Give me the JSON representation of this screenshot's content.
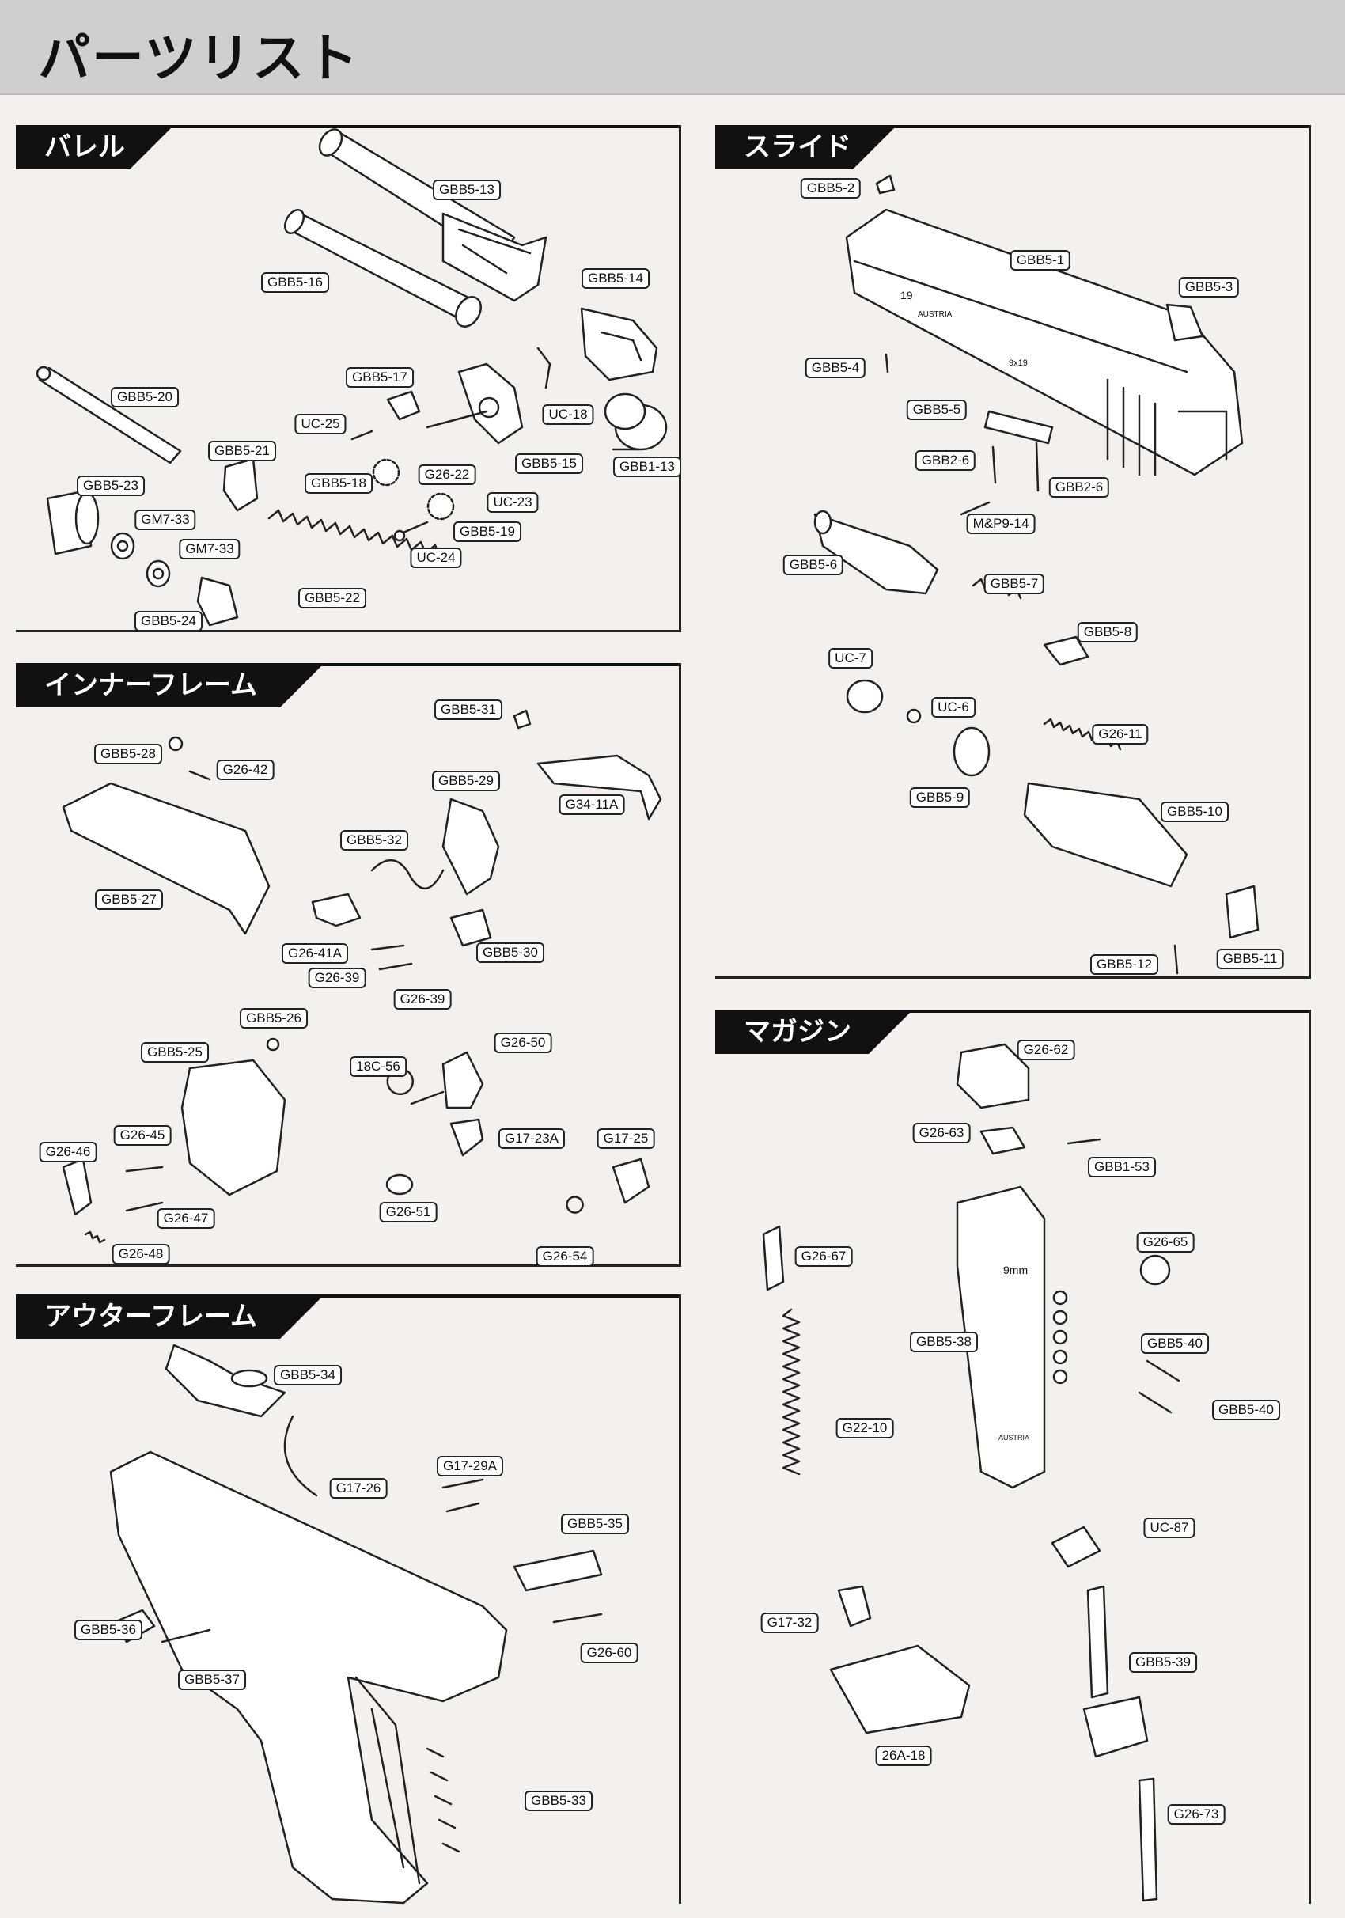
{
  "page": {
    "title": "パーツリスト"
  },
  "sections": {
    "barrel": {
      "title": "バレル",
      "labels": [
        {
          "id": "l-gbb5-13",
          "text": "GBB5-13"
        },
        {
          "id": "l-gbb5-16",
          "text": "GBB5-16"
        },
        {
          "id": "l-gbb5-14",
          "text": "GBB5-14"
        },
        {
          "id": "l-gbb5-20",
          "text": "GBB5-20"
        },
        {
          "id": "l-gbb5-17",
          "text": "GBB5-17"
        },
        {
          "id": "l-uc-25",
          "text": "UC-25"
        },
        {
          "id": "l-uc-18",
          "text": "UC-18"
        },
        {
          "id": "l-gbb5-21",
          "text": "GBB5-21"
        },
        {
          "id": "l-gbb5-15",
          "text": "GBB5-15"
        },
        {
          "id": "l-gbb1-13",
          "text": "GBB1-13"
        },
        {
          "id": "l-gbb5-23",
          "text": "GBB5-23"
        },
        {
          "id": "l-gbb5-18",
          "text": "GBB5-18"
        },
        {
          "id": "l-g26-22",
          "text": "G26-22"
        },
        {
          "id": "l-uc-23",
          "text": "UC-23"
        },
        {
          "id": "l-gm7-33a",
          "text": "GM7-33"
        },
        {
          "id": "l-gbb5-19",
          "text": "GBB5-19"
        },
        {
          "id": "l-gm7-33b",
          "text": "GM7-33"
        },
        {
          "id": "l-uc-24",
          "text": "UC-24"
        },
        {
          "id": "l-gbb5-22",
          "text": "GBB5-22"
        },
        {
          "id": "l-gbb5-24",
          "text": "GBB5-24"
        }
      ]
    },
    "slide": {
      "title": "スライド",
      "labels": [
        {
          "id": "l-gbb5-2",
          "text": "GBB5-2"
        },
        {
          "id": "l-gbb5-1",
          "text": "GBB5-1"
        },
        {
          "id": "l-gbb5-3",
          "text": "GBB5-3"
        },
        {
          "id": "l-gbb5-4",
          "text": "GBB5-4"
        },
        {
          "id": "l-gbb5-5",
          "text": "GBB5-5"
        },
        {
          "id": "l-gbb2-6a",
          "text": "GBB2-6"
        },
        {
          "id": "l-gbb2-6b",
          "text": "GBB2-6"
        },
        {
          "id": "l-mp9-14",
          "text": "M&P9-14"
        },
        {
          "id": "l-gbb5-6",
          "text": "GBB5-6"
        },
        {
          "id": "l-gbb5-7",
          "text": "GBB5-7"
        },
        {
          "id": "l-gbb5-8",
          "text": "GBB5-8"
        },
        {
          "id": "l-uc-7",
          "text": "UC-7"
        },
        {
          "id": "l-uc-6",
          "text": "UC-6"
        },
        {
          "id": "l-g26-11",
          "text": "G26-11"
        },
        {
          "id": "l-gbb5-9",
          "text": "GBB5-9"
        },
        {
          "id": "l-gbb5-10",
          "text": "GBB5-10"
        },
        {
          "id": "l-gbb5-12",
          "text": "GBB5-12"
        },
        {
          "id": "l-gbb5-11",
          "text": "GBB5-11"
        }
      ],
      "engraving": {
        "model": "19",
        "maker": "AUSTRIA",
        "caliber": "9x19"
      }
    },
    "inner_frame": {
      "title": "インナーフレーム",
      "labels": [
        {
          "id": "l-gbb5-31",
          "text": "GBB5-31"
        },
        {
          "id": "l-gbb5-28",
          "text": "GBB5-28"
        },
        {
          "id": "l-g26-42",
          "text": "G26-42"
        },
        {
          "id": "l-gbb5-29",
          "text": "GBB5-29"
        },
        {
          "id": "l-g34-11a",
          "text": "G34-11A"
        },
        {
          "id": "l-gbb5-32",
          "text": "GBB5-32"
        },
        {
          "id": "l-gbb5-27",
          "text": "GBB5-27"
        },
        {
          "id": "l-g26-41a",
          "text": "G26-41A"
        },
        {
          "id": "l-gbb5-30",
          "text": "GBB5-30"
        },
        {
          "id": "l-g26-39a",
          "text": "G26-39"
        },
        {
          "id": "l-g26-39b",
          "text": "G26-39"
        },
        {
          "id": "l-gbb5-26",
          "text": "GBB5-26"
        },
        {
          "id": "l-gbb5-25",
          "text": "GBB5-25"
        },
        {
          "id": "l-g26-50",
          "text": "G26-50"
        },
        {
          "id": "l-18c-56",
          "text": "18C-56"
        },
        {
          "id": "l-g17-23a",
          "text": "G17-23A"
        },
        {
          "id": "l-g17-25",
          "text": "G17-25"
        },
        {
          "id": "l-g26-45",
          "text": "G26-45"
        },
        {
          "id": "l-g26-46",
          "text": "G26-46"
        },
        {
          "id": "l-g26-51",
          "text": "G26-51"
        },
        {
          "id": "l-g26-47",
          "text": "G26-47"
        },
        {
          "id": "l-g26-54",
          "text": "G26-54"
        },
        {
          "id": "l-g26-48",
          "text": "G26-48"
        }
      ]
    },
    "magazine": {
      "title": "マガジン",
      "labels": [
        {
          "id": "l-g26-62",
          "text": "G26-62"
        },
        {
          "id": "l-g26-63",
          "text": "G26-63"
        },
        {
          "id": "l-gbb1-53",
          "text": "GBB1-53"
        },
        {
          "id": "l-g26-65",
          "text": "G26-65"
        },
        {
          "id": "l-g26-67",
          "text": "G26-67"
        },
        {
          "id": "l-gbb5-38",
          "text": "GBB5-38"
        },
        {
          "id": "l-gbb5-40a",
          "text": "GBB5-40"
        },
        {
          "id": "l-gbb5-40b",
          "text": "GBB5-40"
        },
        {
          "id": "l-g22-10",
          "text": "G22-10"
        },
        {
          "id": "l-uc-87",
          "text": "UC-87"
        },
        {
          "id": "l-g17-32",
          "text": "G17-32"
        },
        {
          "id": "l-gbb5-39",
          "text": "GBB5-39"
        },
        {
          "id": "l-26a-18",
          "text": "26A-18"
        },
        {
          "id": "l-g26-73",
          "text": "G26-73"
        }
      ],
      "engraving": {
        "caliber": "9mm",
        "maker": "AUSTRIA"
      }
    },
    "outer_frame": {
      "title": "アウターフレーム",
      "labels": [
        {
          "id": "l-gbb5-34",
          "text": "GBB5-34"
        },
        {
          "id": "l-g17-26",
          "text": "G17-26"
        },
        {
          "id": "l-g17-29a",
          "text": "G17-29A"
        },
        {
          "id": "l-gbb5-35",
          "text": "GBB5-35"
        },
        {
          "id": "l-gbb5-36",
          "text": "GBB5-36"
        },
        {
          "id": "l-gbb5-37",
          "text": "GBB5-37"
        },
        {
          "id": "l-g26-60",
          "text": "G26-60"
        },
        {
          "id": "l-gbb5-33",
          "text": "GBB5-33"
        }
      ]
    }
  }
}
